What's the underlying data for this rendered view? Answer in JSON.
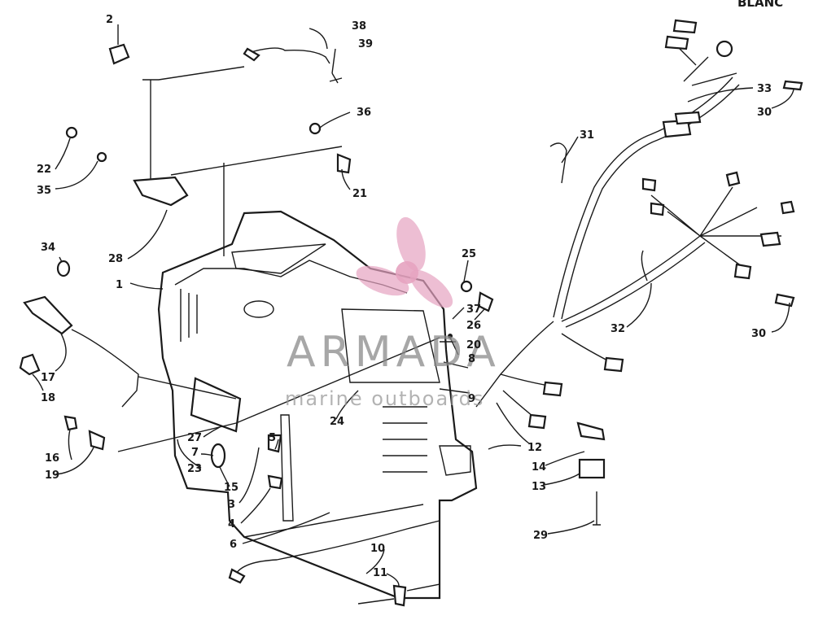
{
  "header": {
    "partial_title": "BLANC"
  },
  "watermark": {
    "brand": "ARMADA",
    "tagline": "marine outboards",
    "logo_color": "#e6a3c0"
  },
  "callouts": [
    "2",
    "38",
    "39",
    "36",
    "22",
    "35",
    "21",
    "28",
    "34",
    "1",
    "17",
    "18",
    "16",
    "19",
    "25",
    "37",
    "26",
    "8",
    "9",
    "20",
    "24",
    "27",
    "7",
    "23",
    "15",
    "3",
    "5",
    "4",
    "6",
    "10",
    "11",
    "12",
    "14",
    "13",
    "29",
    "31",
    "33",
    "30",
    "30",
    "32"
  ]
}
